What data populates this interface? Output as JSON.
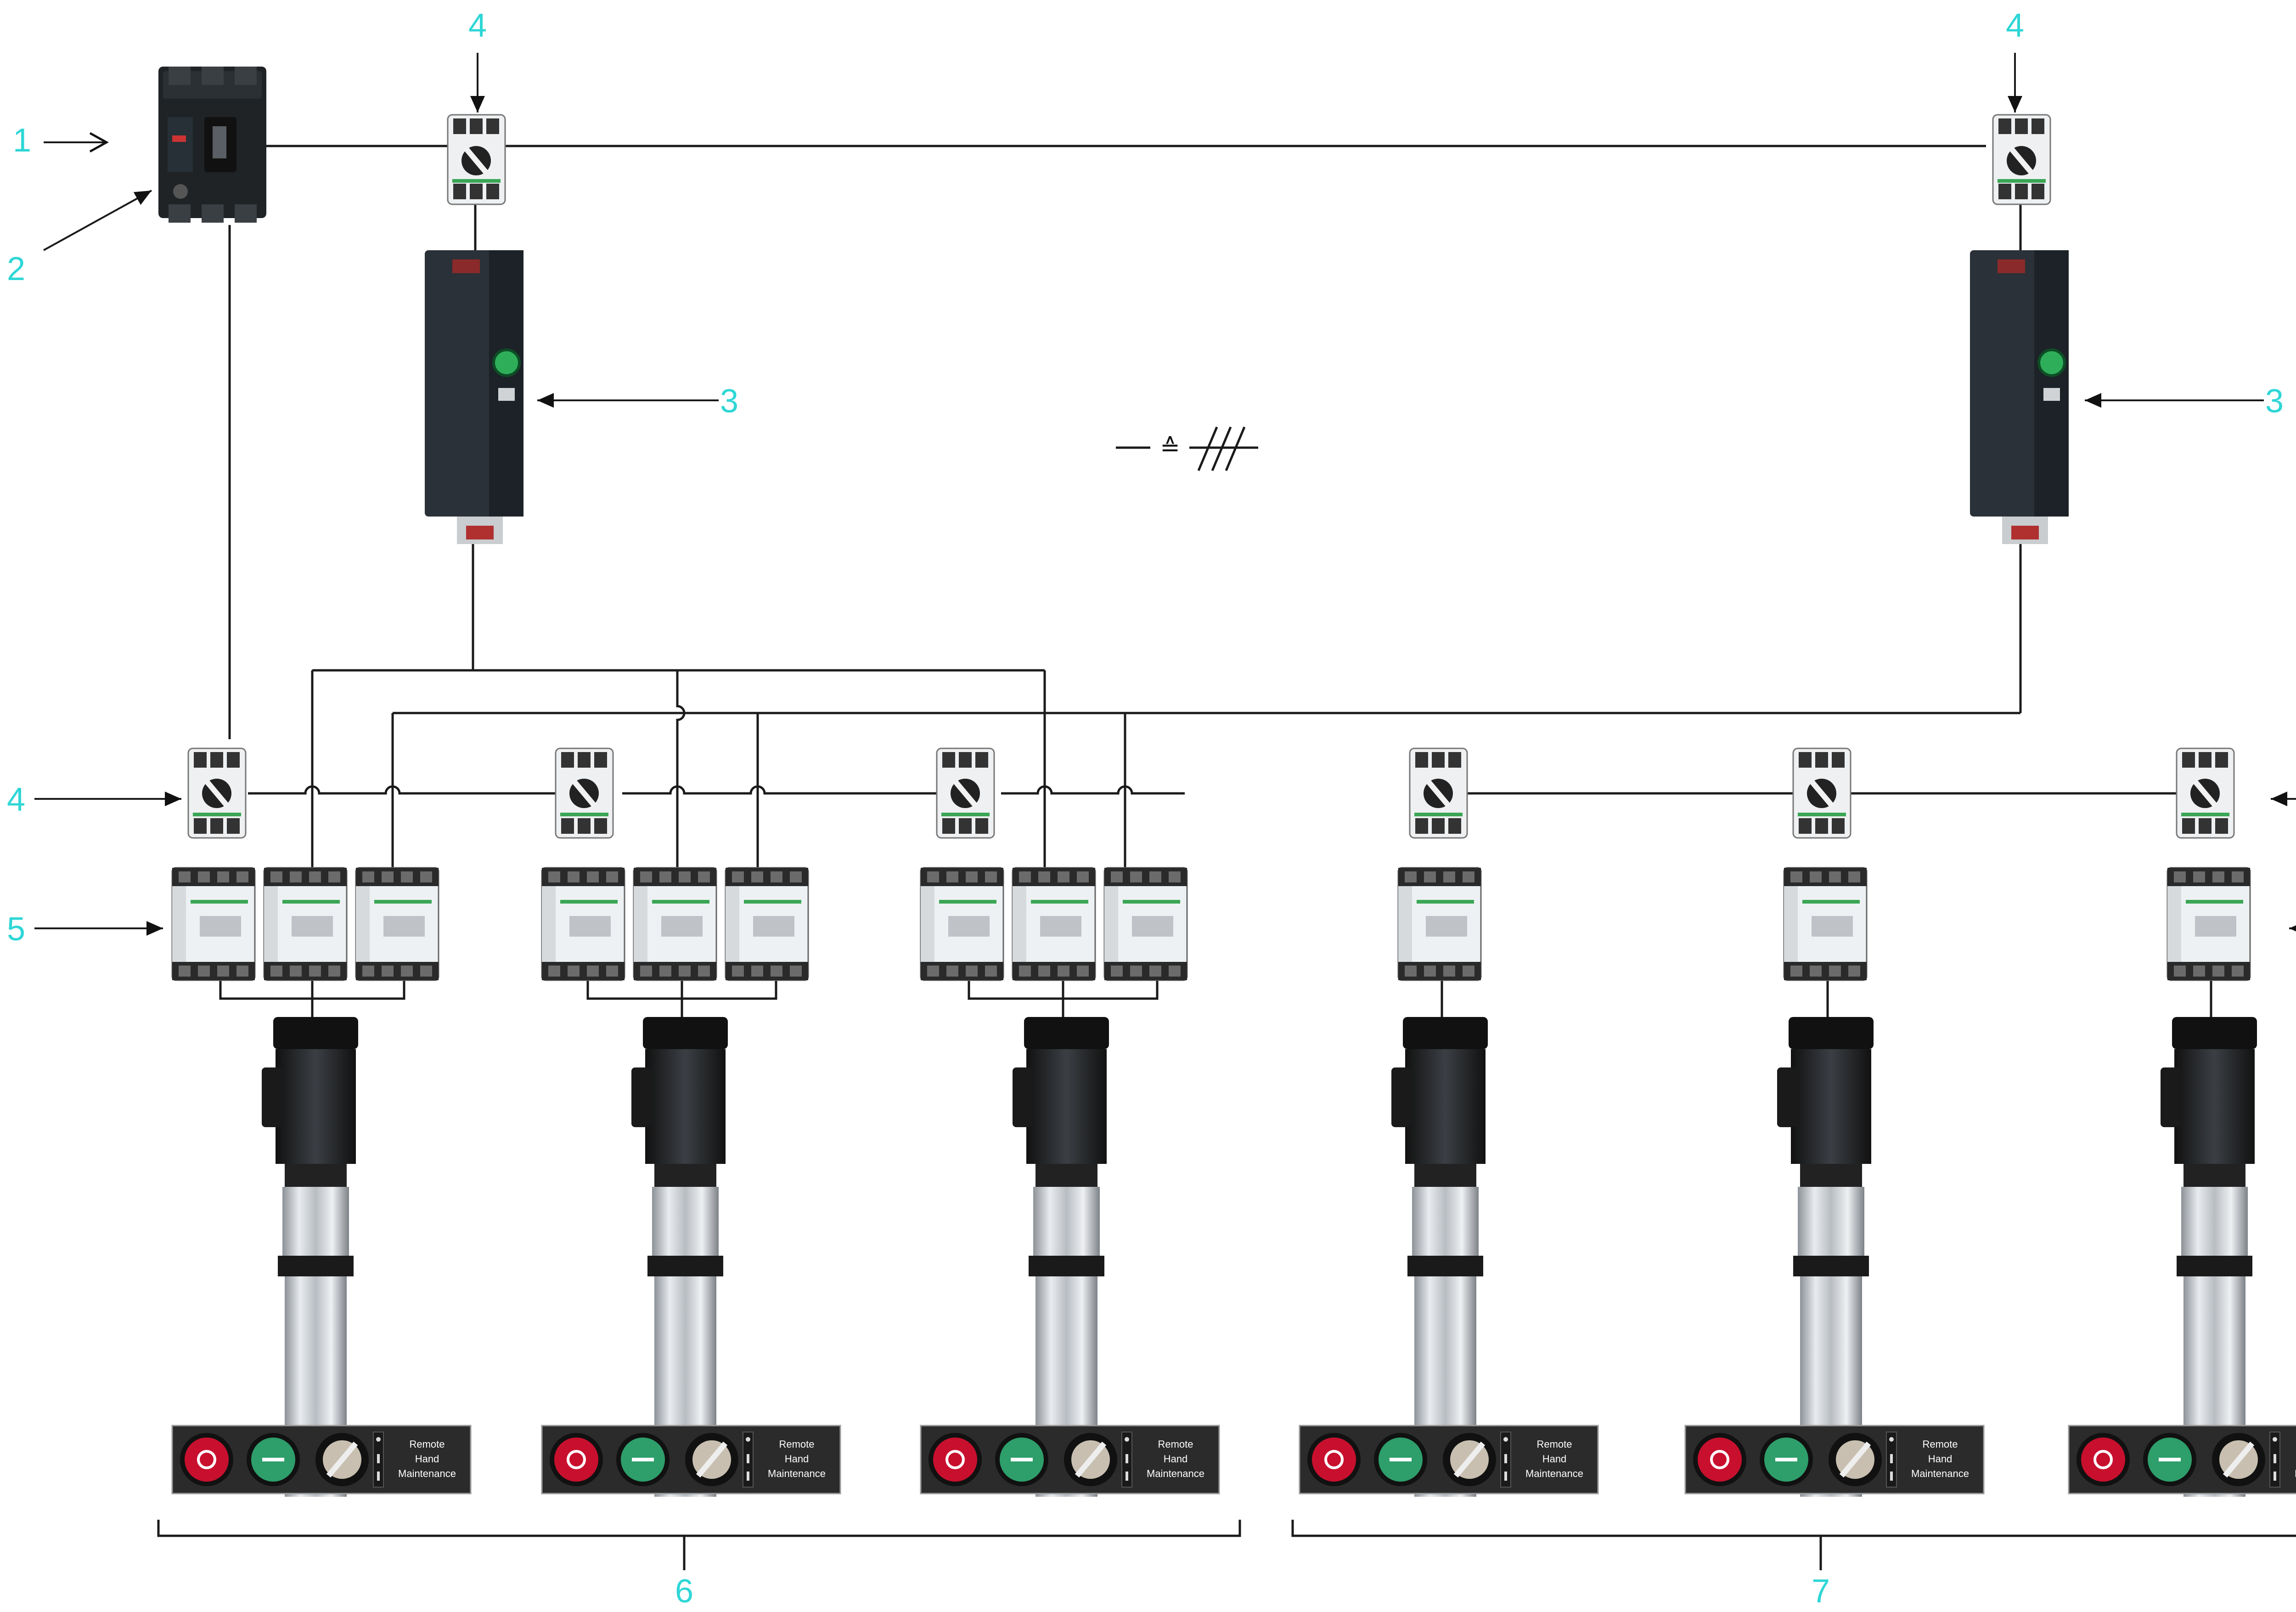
{
  "callouts": {
    "incoming_supply": "1",
    "circuit_breaker": "2",
    "variable_speed_drive": "3",
    "motor_circuit_breaker": "4",
    "contactor": "5",
    "group_a_pumps": "6",
    "group_b_pumps": "7"
  },
  "legend_symbol": "≙",
  "control_panel": {
    "line1": "Remote",
    "line2": "Hand",
    "line3": "Maintenance"
  },
  "colors": {
    "callout": "#2fd6d6",
    "wire": "#1a1a1a",
    "stop_button": "#c8102e",
    "start_button": "#2e9e6b",
    "contactor_band": "#3aa655",
    "drive_body": "#2a3138"
  },
  "icons": {
    "breaker": "circuit-breaker-icon",
    "drive": "variable-speed-drive-icon",
    "motor_breaker": "motor-circuit-breaker-icon",
    "contactor": "contactor-icon",
    "pump": "vertical-multistage-pump-icon",
    "panel": "control-station-icon"
  }
}
